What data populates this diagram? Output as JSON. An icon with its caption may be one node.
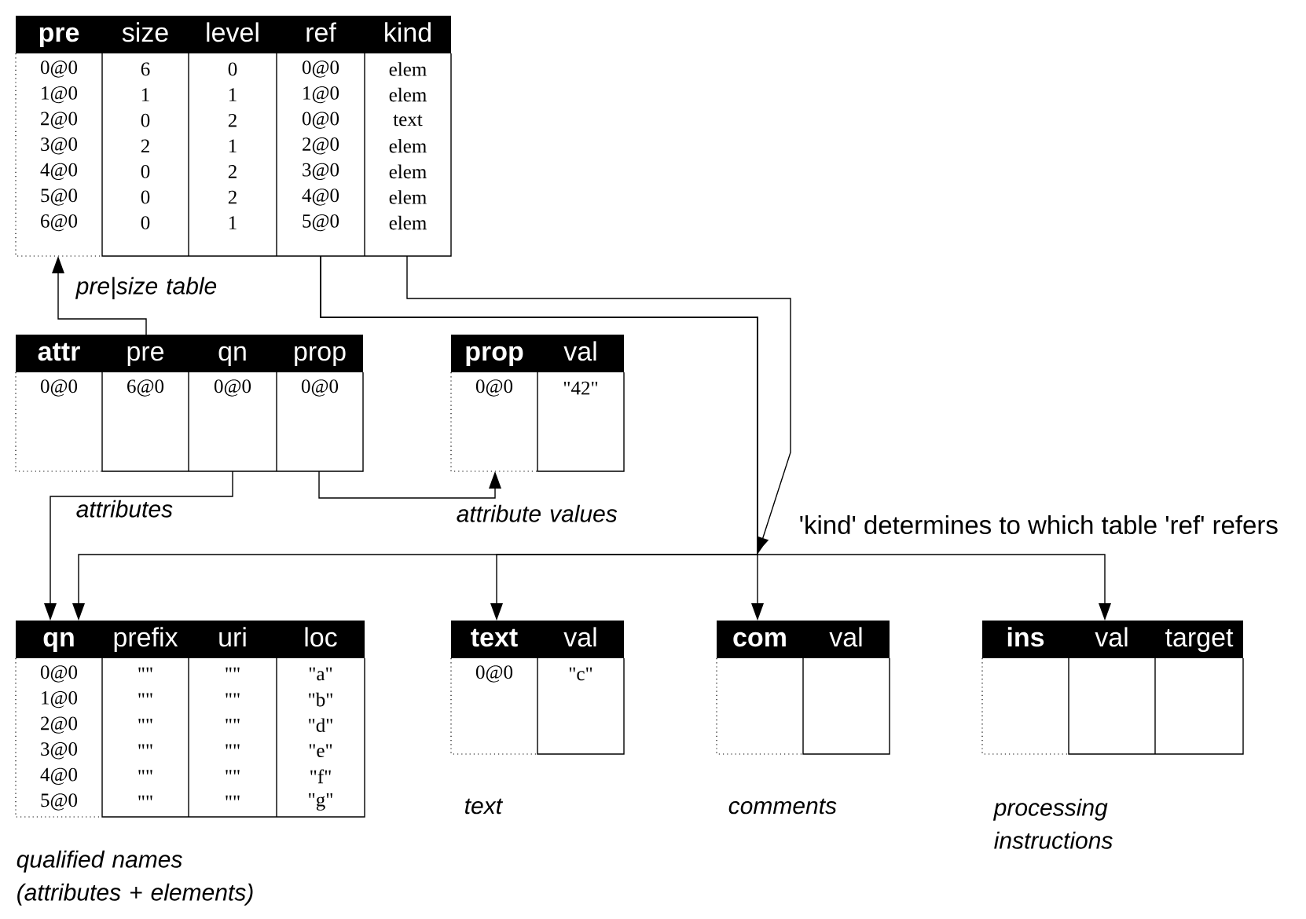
{
  "diagram": {
    "nodes": [
      {
        "text": [
          "pre",
          "size",
          "level",
          "ref",
          "kind",
          "0@0",
          "6",
          "0",
          "0@0",
          "elem",
          "1@0",
          "1",
          "1",
          "1@0",
          "elem",
          "2@0",
          "0",
          "2",
          "0@0",
          "text",
          "3@0",
          "2",
          "1",
          "2@0",
          "elem",
          "4@0",
          "0",
          "2",
          "3@0",
          "elem",
          "5@0",
          "0",
          "2",
          "4@0",
          "elem",
          "6@0",
          "0",
          "1",
          "5@0",
          "elem",
          "pre|size table"
        ]
      },
      {
        "text": [
          "attr",
          "pre",
          "qn",
          "prop",
          "0@0",
          "6@0",
          "0@0",
          "0@0",
          "attributes"
        ]
      },
      {
        "text": [
          "prop",
          "val",
          "0@0",
          "\"42\"",
          "attribute values"
        ]
      },
      {
        "text": [
          "qn",
          "prefix",
          "uri",
          "loc",
          "0@0",
          "\"\"",
          "\"\"",
          "\"a\"",
          "1@0",
          "\"\"",
          "\"\"",
          "\"b\"",
          "2@0",
          "\"\"",
          "\"\"",
          "\"d\"",
          "3@0",
          "\"\"",
          "\"\"",
          "\"e\"",
          "4@0",
          "\"\"",
          "\"\"",
          "\"f\"",
          "5@0",
          "\"\"",
          "\"\"",
          "\"g\"",
          "qualified names (attributes + elements)"
        ]
      },
      {
        "text": [
          "text",
          "val",
          "0@0",
          "\"c\"",
          "text"
        ]
      },
      {
        "text": [
          "com",
          "val",
          "comments"
        ]
      },
      {
        "text": [
          "ins",
          "val",
          "target",
          "processing instructions"
        ]
      }
    ],
    "edges": [
      {
        "from": 1,
        "to": 0,
        "arrow": "to"
      },
      {
        "from": 1,
        "to": 3,
        "arrow": "to"
      },
      {
        "from": 1,
        "to": 2,
        "arrow": "to"
      },
      {
        "from": 0,
        "to": 3,
        "arrow": "to"
      },
      {
        "from": 0,
        "to": 4,
        "arrow": "to"
      },
      {
        "from": 0,
        "to": 5,
        "arrow": "to"
      },
      {
        "from": 0,
        "to": 6,
        "arrow": "to"
      },
      {
        "from": 0,
        "to": null,
        "arrow": "to"
      }
    ],
    "labels": [
      "'kind' determines to which table 'ref' refers"
    ]
  }
}
